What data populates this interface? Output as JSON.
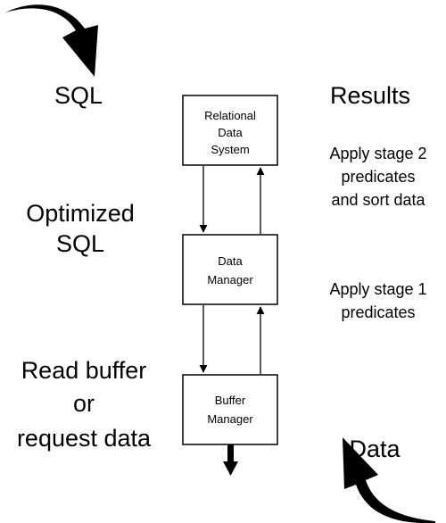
{
  "labels": {
    "sql": "SQL",
    "results": "Results",
    "optimized_1": "Optimized",
    "optimized_2": "SQL",
    "read_1": "Read buffer",
    "read_2": "or",
    "read_3": "request data",
    "data": "Data",
    "stage2_1": "Apply stage 2",
    "stage2_2": "predicates",
    "stage2_3": "and sort data",
    "stage1_1": "Apply stage 1",
    "stage1_2": "predicates"
  },
  "boxes": {
    "rds": {
      "line1": "Relational",
      "line2": "Data",
      "line3": "System"
    },
    "dm": {
      "line1": "Data",
      "line2": "Manager"
    },
    "bm": {
      "line1": "Buffer",
      "line2": "Manager"
    }
  },
  "icons": {
    "top_arrow": "curved-arrow-down-icon",
    "bottom_arrow": "curved-arrow-up-icon"
  },
  "colors": {
    "stroke": "#000000",
    "background": "#ffffff"
  }
}
